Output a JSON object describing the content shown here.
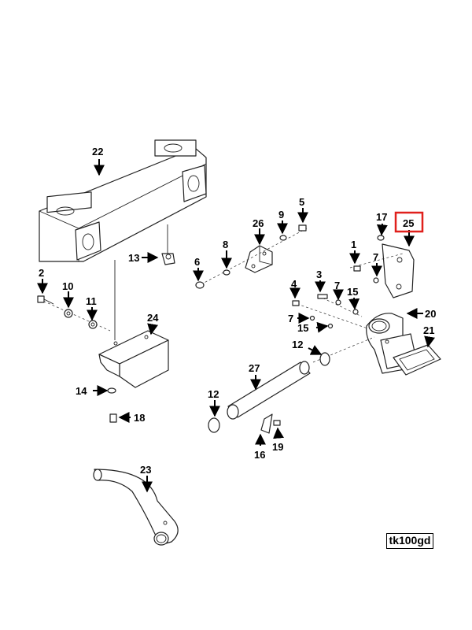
{
  "labels": {
    "l1": "1",
    "l2": "2",
    "l3": "3",
    "l4": "4",
    "l5": "5",
    "l6": "6",
    "l7a": "7",
    "l7b": "7",
    "l7c": "7",
    "l8": "8",
    "l9": "9",
    "l10": "10",
    "l11": "11",
    "l12a": "12",
    "l12b": "12",
    "l13": "13",
    "l14": "14",
    "l15a": "15",
    "l15b": "15",
    "l16": "16",
    "l17": "17",
    "l18": "18",
    "l19": "19",
    "l20": "20",
    "l21": "21",
    "l22": "22",
    "l23": "23",
    "l24": "24",
    "l25": "25",
    "l26": "26",
    "l27": "27"
  },
  "highlighted_label": "25",
  "highlight_color": "#e0201c",
  "reference_code": "tk100gd"
}
